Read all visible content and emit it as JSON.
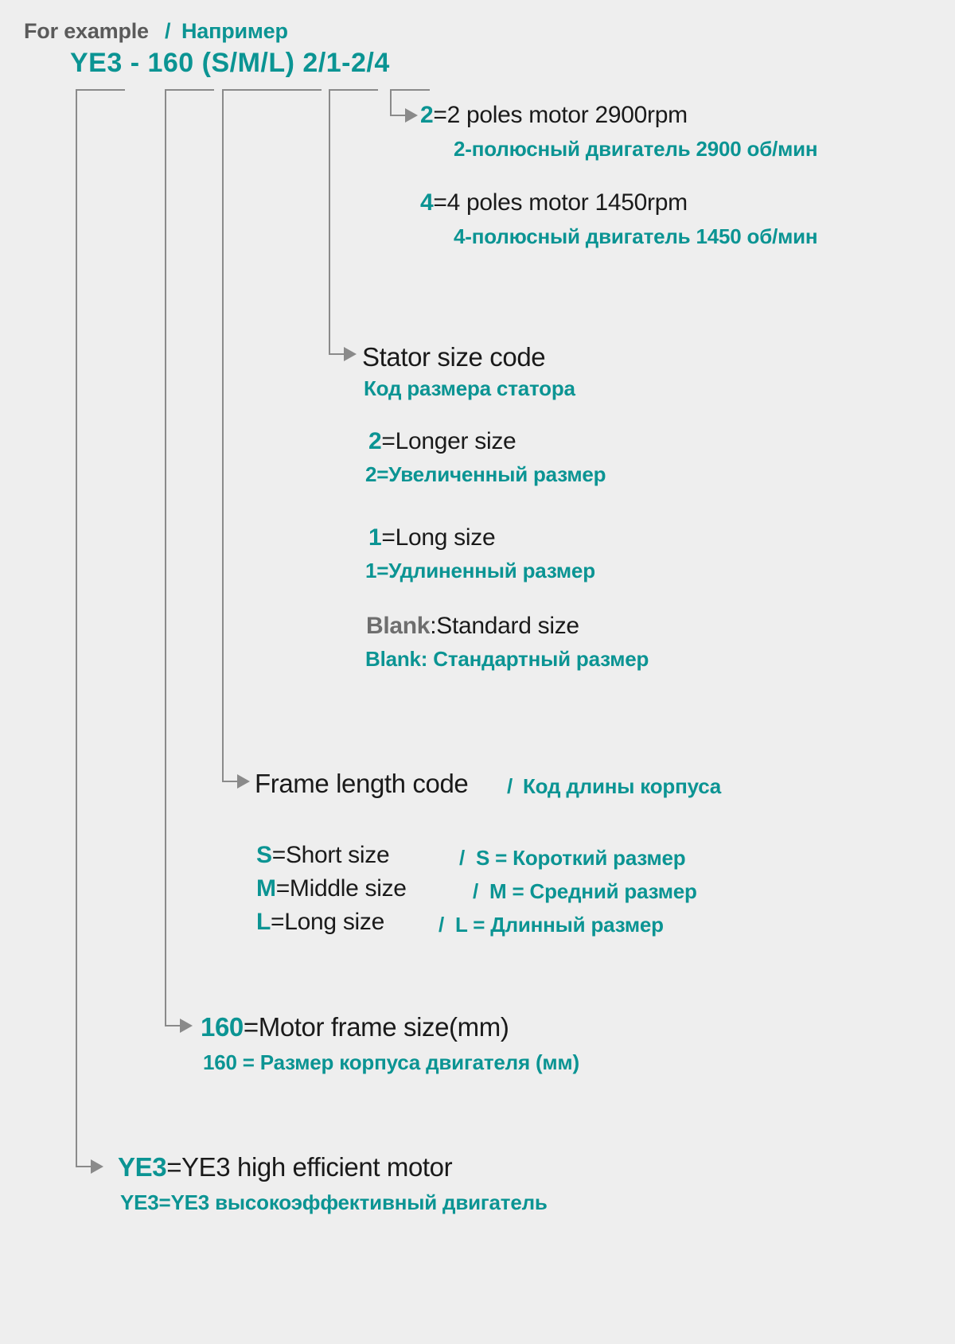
{
  "header": {
    "english": "For example",
    "separator": "/",
    "russian": "Например"
  },
  "formula": {
    "text": "YE3 - 160 (S/M/L) 2/1-2/4"
  },
  "entries": {
    "poles_2": {
      "key": "2",
      "english": "=2 poles motor 2900rpm",
      "russian": "2-полюсный двигатель 2900 об/мин"
    },
    "poles_4": {
      "key": "4",
      "english": "=4 poles motor 1450rpm",
      "russian": "4-полюсный двигатель 1450 об/мин"
    },
    "stator_size_code": {
      "english": "Stator size code",
      "russian": "Код размера статора"
    },
    "longer_size": {
      "key": "2",
      "english": "=Longer size",
      "russian": "2=Увеличенный размер"
    },
    "long_size": {
      "key": "1",
      "english": "=Long size",
      "russian": "1=Удлиненный размер"
    },
    "standard_size": {
      "key": "Blank",
      "english": ":Standard size",
      "russian": "Blank: Стандартный размер"
    },
    "frame_length_code": {
      "english": "Frame length code",
      "separator": "/",
      "russian": "Код длины корпуса"
    },
    "short_size": {
      "key": "S",
      "english": "=Short size",
      "separator": "/",
      "russian": "S = Короткий размер"
    },
    "middle_size": {
      "key": "M",
      "english": "=Middle size",
      "separator": "/",
      "russian": "M = Средний размер"
    },
    "long_size_l": {
      "key": "L",
      "english": "=Long size",
      "separator": "/",
      "russian": "L = Длинный размер"
    },
    "frame_size": {
      "key": "160",
      "english": "=Motor frame size(mm)",
      "russian": "160 = Размер корпуса двигателя (мм)"
    },
    "ye3": {
      "key": "YE3",
      "english": "=YE3 high efficient motor",
      "russian": "YE3=YE3 высокоэффективный двигатель"
    }
  },
  "colors": {
    "accent": "#0b9493",
    "background": "#eeeeee",
    "text": "#1a1a1a",
    "connector": "#8a8a8a",
    "gray_key": "#6e6e6e"
  }
}
